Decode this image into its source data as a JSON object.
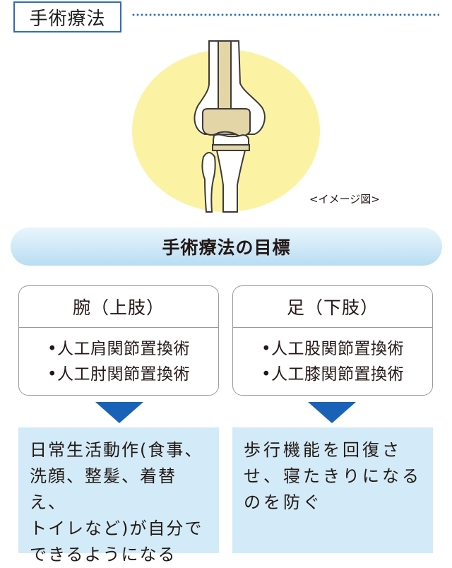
{
  "header": {
    "title": "手術療法"
  },
  "illustration": {
    "caption": "<イメージ図>"
  },
  "goals": {
    "banner": "手術療法の目標"
  },
  "cards": [
    {
      "title": "腕（上肢）",
      "items": [
        "•人工肩関節置換術",
        "•人工肘関節置換術"
      ]
    },
    {
      "title": "足（下肢）",
      "items": [
        "•人工股関節置換術",
        "•人工膝関節置換術"
      ]
    }
  ],
  "outcomes": [
    {
      "lines": [
        "日常生活動作(食事、",
        "洗顔、整髪、着替え、",
        "トイレなど)が自分で",
        "できるようになる"
      ]
    },
    {
      "lines": [
        "歩行機能を回復さ",
        "せ、寝たきりになる",
        "のを防ぐ"
      ]
    }
  ],
  "colors": {
    "accent_blue": "#2f6db5",
    "arrow_blue": "#1a62b7",
    "outcome_bg": "#d3ebf8",
    "implant_beige": "#e4d5a6",
    "halo_yellow": "#fbf3a3"
  }
}
